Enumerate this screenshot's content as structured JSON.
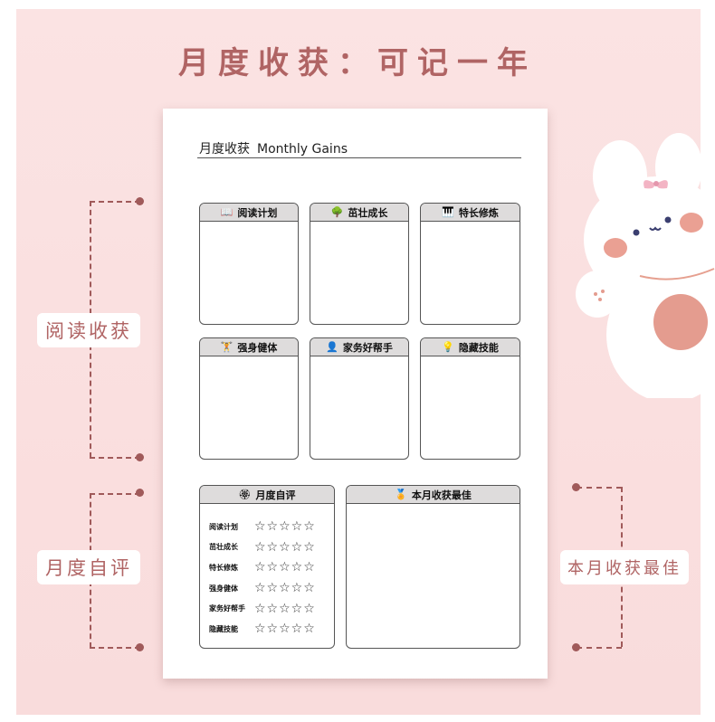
{
  "headline": "月度收获：可记一年",
  "paper": {
    "title_cn": "月度收获",
    "title_en": "Monthly Gains"
  },
  "boxes": [
    {
      "label": "阅读计划",
      "icon": "book-icon"
    },
    {
      "label": "茁壮成长",
      "icon": "tree-icon"
    },
    {
      "label": "特长修炼",
      "icon": "piano-icon"
    },
    {
      "label": "强身健体",
      "icon": "dumbbell-icon"
    },
    {
      "label": "家务好帮手",
      "icon": "helper-icon"
    },
    {
      "label": "隐藏技能",
      "icon": "lightbulb-icon"
    }
  ],
  "self_review": {
    "label": "月度自评",
    "icon": "badge-icon",
    "items": [
      {
        "label": "阅读计划",
        "stars": 0
      },
      {
        "label": "茁壮成长",
        "stars": 0
      },
      {
        "label": "特长修炼",
        "stars": 0
      },
      {
        "label": "强身健体",
        "stars": 0
      },
      {
        "label": "家务好帮手",
        "stars": 0
      },
      {
        "label": "隐藏技能",
        "stars": 0
      }
    ],
    "max_stars": 5
  },
  "best": {
    "label": "本月收获最佳",
    "icon": "medal-icon"
  },
  "callouts": {
    "reading": "阅读收获",
    "monthly_review": "月度自评",
    "best": "本月收获最佳"
  },
  "colors": {
    "background": "#f9dcdc",
    "accent": "#b06464",
    "header_fill": "#dedcdc"
  }
}
